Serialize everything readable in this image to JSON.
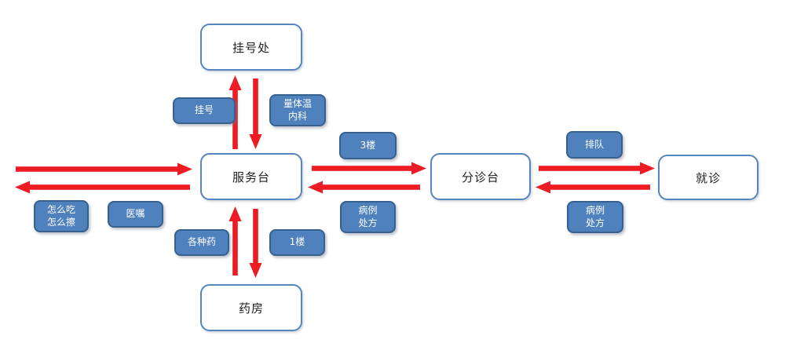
{
  "diagram": {
    "type": "flowchart",
    "colors": {
      "node_fill": "#FFFFFF",
      "node_border": "#5585BE",
      "tag_fill": "#4F81BD",
      "tag_border": "#36618E",
      "arrow": "#ED1C24"
    },
    "nodes": {
      "registration": {
        "label": "挂号处"
      },
      "service_desk": {
        "label": "服务台"
      },
      "triage_desk": {
        "label": "分诊台"
      },
      "consultation": {
        "label": "就诊"
      },
      "pharmacy": {
        "label": "药房"
      }
    },
    "tags": {
      "register": {
        "text": "挂号"
      },
      "take_temperature": {
        "text": "量体温\n内科"
      },
      "floor_3": {
        "text": "3楼"
      },
      "case_prescription_mid": {
        "text": "病例\n处方"
      },
      "queue": {
        "text": "排队"
      },
      "case_prescription_right": {
        "text": "病例\n处方"
      },
      "how_to_eat_apply": {
        "text": "怎么吃\n怎么擦"
      },
      "doctor_orders": {
        "text": "医嘱"
      },
      "various_medicines": {
        "text": "各种药"
      },
      "floor_1": {
        "text": "1楼"
      }
    },
    "connections": [
      {
        "from": "service_desk",
        "to": "registration",
        "label": "挂号"
      },
      {
        "from": "registration",
        "to": "service_desk",
        "label": "量体温 内科"
      },
      {
        "from": "outside-left",
        "to": "service_desk",
        "label": ""
      },
      {
        "from": "service_desk",
        "to": "outside-left",
        "label": "怎么吃怎么擦 / 医嘱"
      },
      {
        "from": "service_desk",
        "to": "triage_desk",
        "label": "3楼"
      },
      {
        "from": "triage_desk",
        "to": "service_desk",
        "label": "病例 处方"
      },
      {
        "from": "triage_desk",
        "to": "consultation",
        "label": "排队"
      },
      {
        "from": "consultation",
        "to": "triage_desk",
        "label": "病例 处方"
      },
      {
        "from": "pharmacy",
        "to": "service_desk",
        "label": "各种药"
      },
      {
        "from": "service_desk",
        "to": "pharmacy",
        "label": "1楼"
      }
    ]
  }
}
